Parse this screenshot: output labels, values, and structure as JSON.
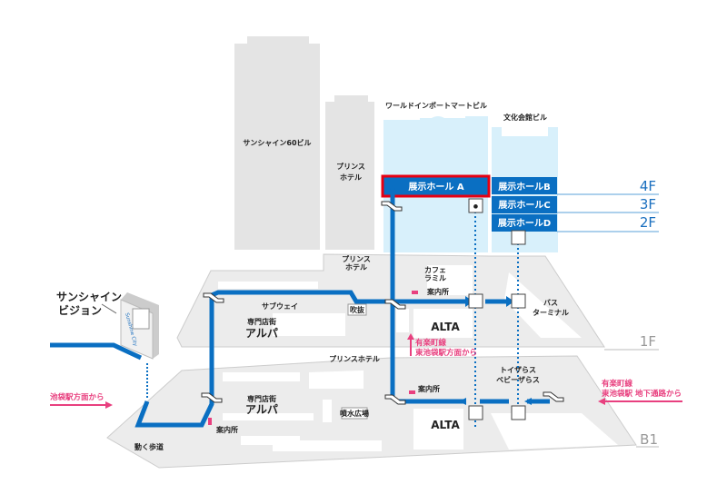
{
  "buildings": {
    "sunshine60": "サンシャイン60ビル",
    "prince_hotel_tower": [
      "プリンス",
      "ホテル"
    ],
    "world_import_mart": "ワールドインポートマートビル",
    "bunka_kaikan": "文化会館ビル"
  },
  "halls": {
    "a": "展示ホール A",
    "b": "展示ホールB",
    "c": "展示ホールC",
    "d": "展示ホールD"
  },
  "floors": [
    "4F",
    "3F",
    "2F",
    "1F",
    "B1"
  ],
  "floor_1f": {
    "prince_hotel": [
      "プリンス",
      "ホテル"
    ],
    "cafe": [
      "カフェ",
      "ラミル"
    ],
    "info": "案内所",
    "subway": "サブウェイ",
    "fukinuke": "吹抜",
    "alpa_sub": "専門店街",
    "alpa": "アルパ",
    "alta": "ALTA",
    "bus_terminal": [
      "バス",
      "ターミナル"
    ],
    "yurakucho_line": [
      "有楽町線",
      "東池袋駅方面から"
    ]
  },
  "floor_b1": {
    "prince_hotel": "プリンスホテル",
    "info1": "案内所",
    "info2": "案内所",
    "alpa_sub": "専門店街",
    "alpa": "アルパ",
    "fountain": "噴水広場",
    "alta": "ALTA",
    "toysrus": [
      "トイザらス",
      "ベビーザらス"
    ],
    "moving_walkway": "動く歩道",
    "from_ikebukuro": "池袋駅方面から",
    "from_yurakucho": [
      "有楽町線",
      "東池袋駅 地下通路から"
    ]
  },
  "sunshine_vision": {
    "label": [
      "サンシャイン",
      "ビジョン"
    ],
    "sign": "Sunshine City"
  },
  "colors": {
    "route": "#0a6fc2",
    "highlight": "#e60012",
    "accent": "#e8407f",
    "hall": "#0a6fc2",
    "building_glass": "#d8f0fb"
  }
}
